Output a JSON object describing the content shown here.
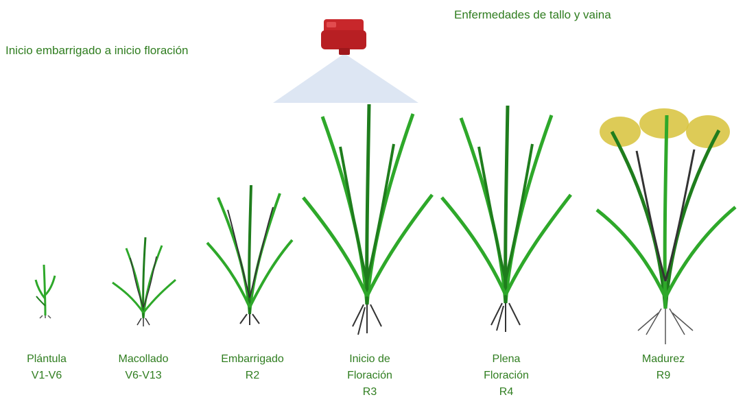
{
  "headings": {
    "left": "Inicio embarrigado a inicio floración",
    "right": "Enfermedades de tallo y vaina"
  },
  "colors": {
    "text_green": "#2f7d1f",
    "leaf_green": "#2ea82a",
    "leaf_dark": "#1f7d1d",
    "nozzle_red": "#c8272b",
    "spray": "#dde6f3",
    "grain": "#d7c23a"
  },
  "stages": [
    {
      "id": "plantula",
      "label_lines": [
        "Plántula",
        "V1-V6"
      ]
    },
    {
      "id": "macollado",
      "label_lines": [
        "Macollado",
        "V6-V13"
      ]
    },
    {
      "id": "embarrigado",
      "label_lines": [
        "Embarrigado",
        "R2"
      ]
    },
    {
      "id": "inicio-floracion",
      "label_lines": [
        "Inicio de",
        "Floración",
        "R3"
      ]
    },
    {
      "id": "plena-floracion",
      "label_lines": [
        "Plena",
        "Floración",
        "R4"
      ]
    },
    {
      "id": "madurez",
      "label_lines": [
        "Madurez",
        "R9"
      ]
    }
  ]
}
